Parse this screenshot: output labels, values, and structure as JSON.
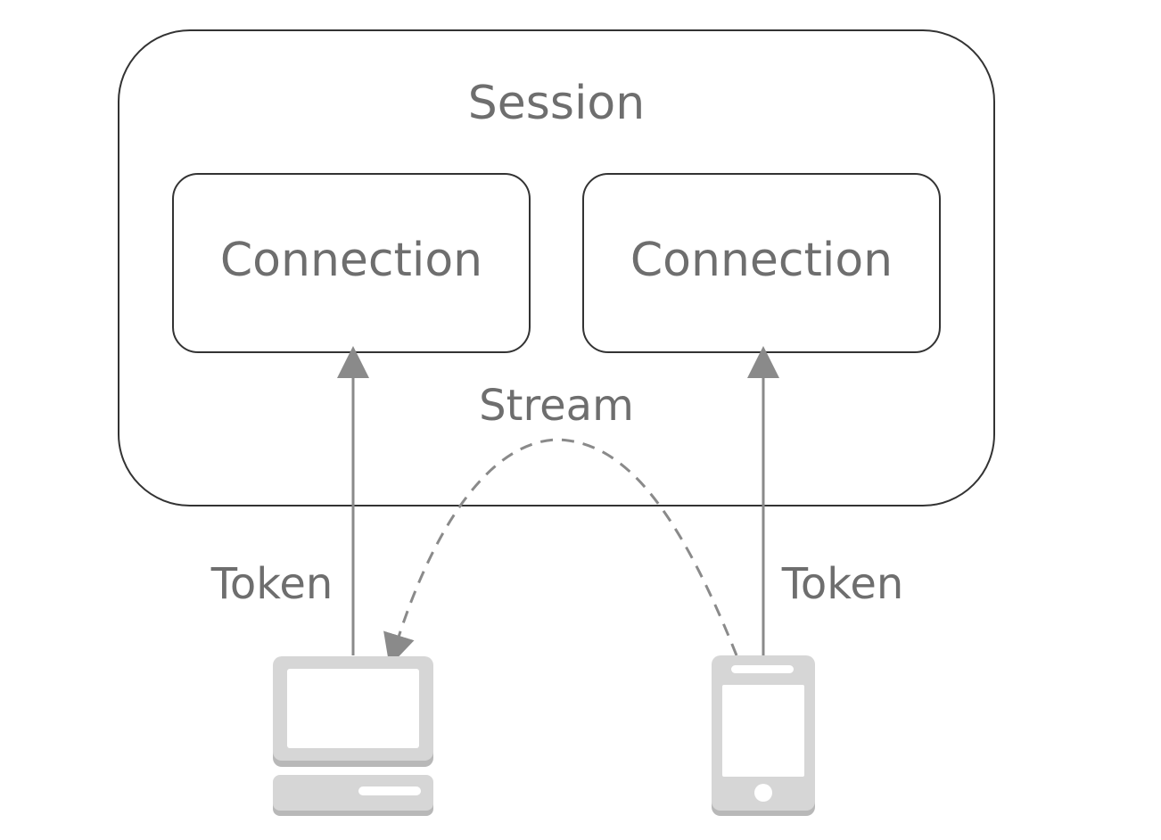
{
  "session": {
    "label": "Session"
  },
  "connections": [
    {
      "label": "Connection"
    },
    {
      "label": "Connection"
    }
  ],
  "stream": {
    "label": "Stream"
  },
  "tokens": [
    {
      "label": "Token"
    },
    {
      "label": "Token"
    }
  ],
  "devices": [
    {
      "icon": "desktop-computer-icon"
    },
    {
      "icon": "smartphone-icon"
    }
  ],
  "colors": {
    "outline": "#333333",
    "text": "#6e6e6e",
    "arrow": "#8a8a8a",
    "device": "#d6d6d6",
    "device_shadow": "#b8b8b8"
  }
}
